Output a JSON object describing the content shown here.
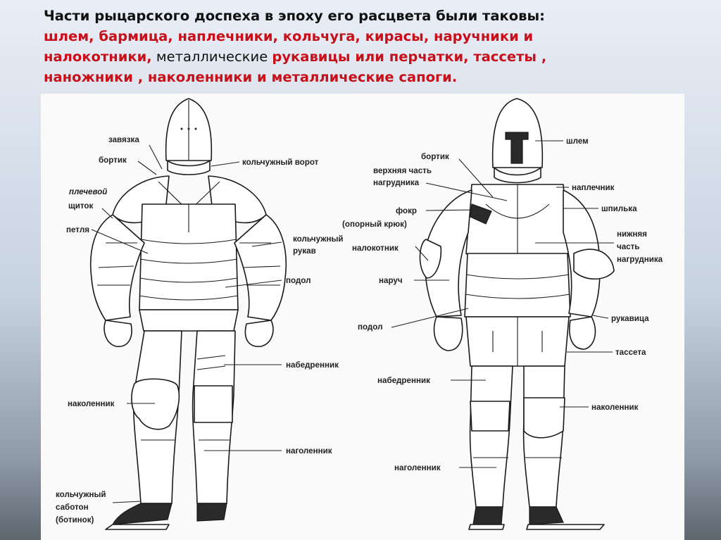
{
  "heading": {
    "line1": "Части рыцарского доспеха в эпоху его расцвета были таковы:",
    "line2": "шлем, бармица, наплечники, кольчуга, кирасы, наручники и",
    "line3_red_a": "налокотники,",
    "line3_dark": " металлические ",
    "line3_red_b": "рукавицы или перчатки, тассеты ,",
    "line4": "наножники ,  наколенники и металлические сапоги."
  },
  "colors": {
    "heading_accent": "#c8101a",
    "heading_text": "#111111",
    "panel": "#fafafa"
  },
  "back_view_labels": {
    "zavyazka": "завязка",
    "bortik": "бортик",
    "plechevoy_1": "плечевой",
    "plechevoy_2": "щиток",
    "petlya": "петля",
    "kolch_vorot": "кольчужный ворот",
    "kolch_rukav_1": "кольчужный",
    "kolch_rukav_2": "рукав",
    "podol": "подол",
    "nabedrennik": "набедренник",
    "nakolennik": "наколенник",
    "nagolennik": "наголенник",
    "saboton_1": "кольчужный",
    "saboton_2": "саботон",
    "saboton_3": "(ботинок)"
  },
  "front_view_labels": {
    "bortik": "бортик",
    "verh_1": "верхняя часть",
    "verh_2": "нагрудника",
    "fokr": "фокр",
    "fokr_2": "(опорный крюк)",
    "nalokotnik": "налокотник",
    "naruch": "наруч",
    "podol": "подол",
    "nabedrennik": "набедренник",
    "nagolennik": "наголенник",
    "shlem": "шлем",
    "naplechnik": "наплечник",
    "shpilka": "шпилька",
    "nizh_1": "нижняя",
    "nizh_2": "часть",
    "nizh_3": "нагрудника",
    "rukavitsa": "рукавица",
    "tasseta": "тассета",
    "nakolennik": "наколенник"
  }
}
